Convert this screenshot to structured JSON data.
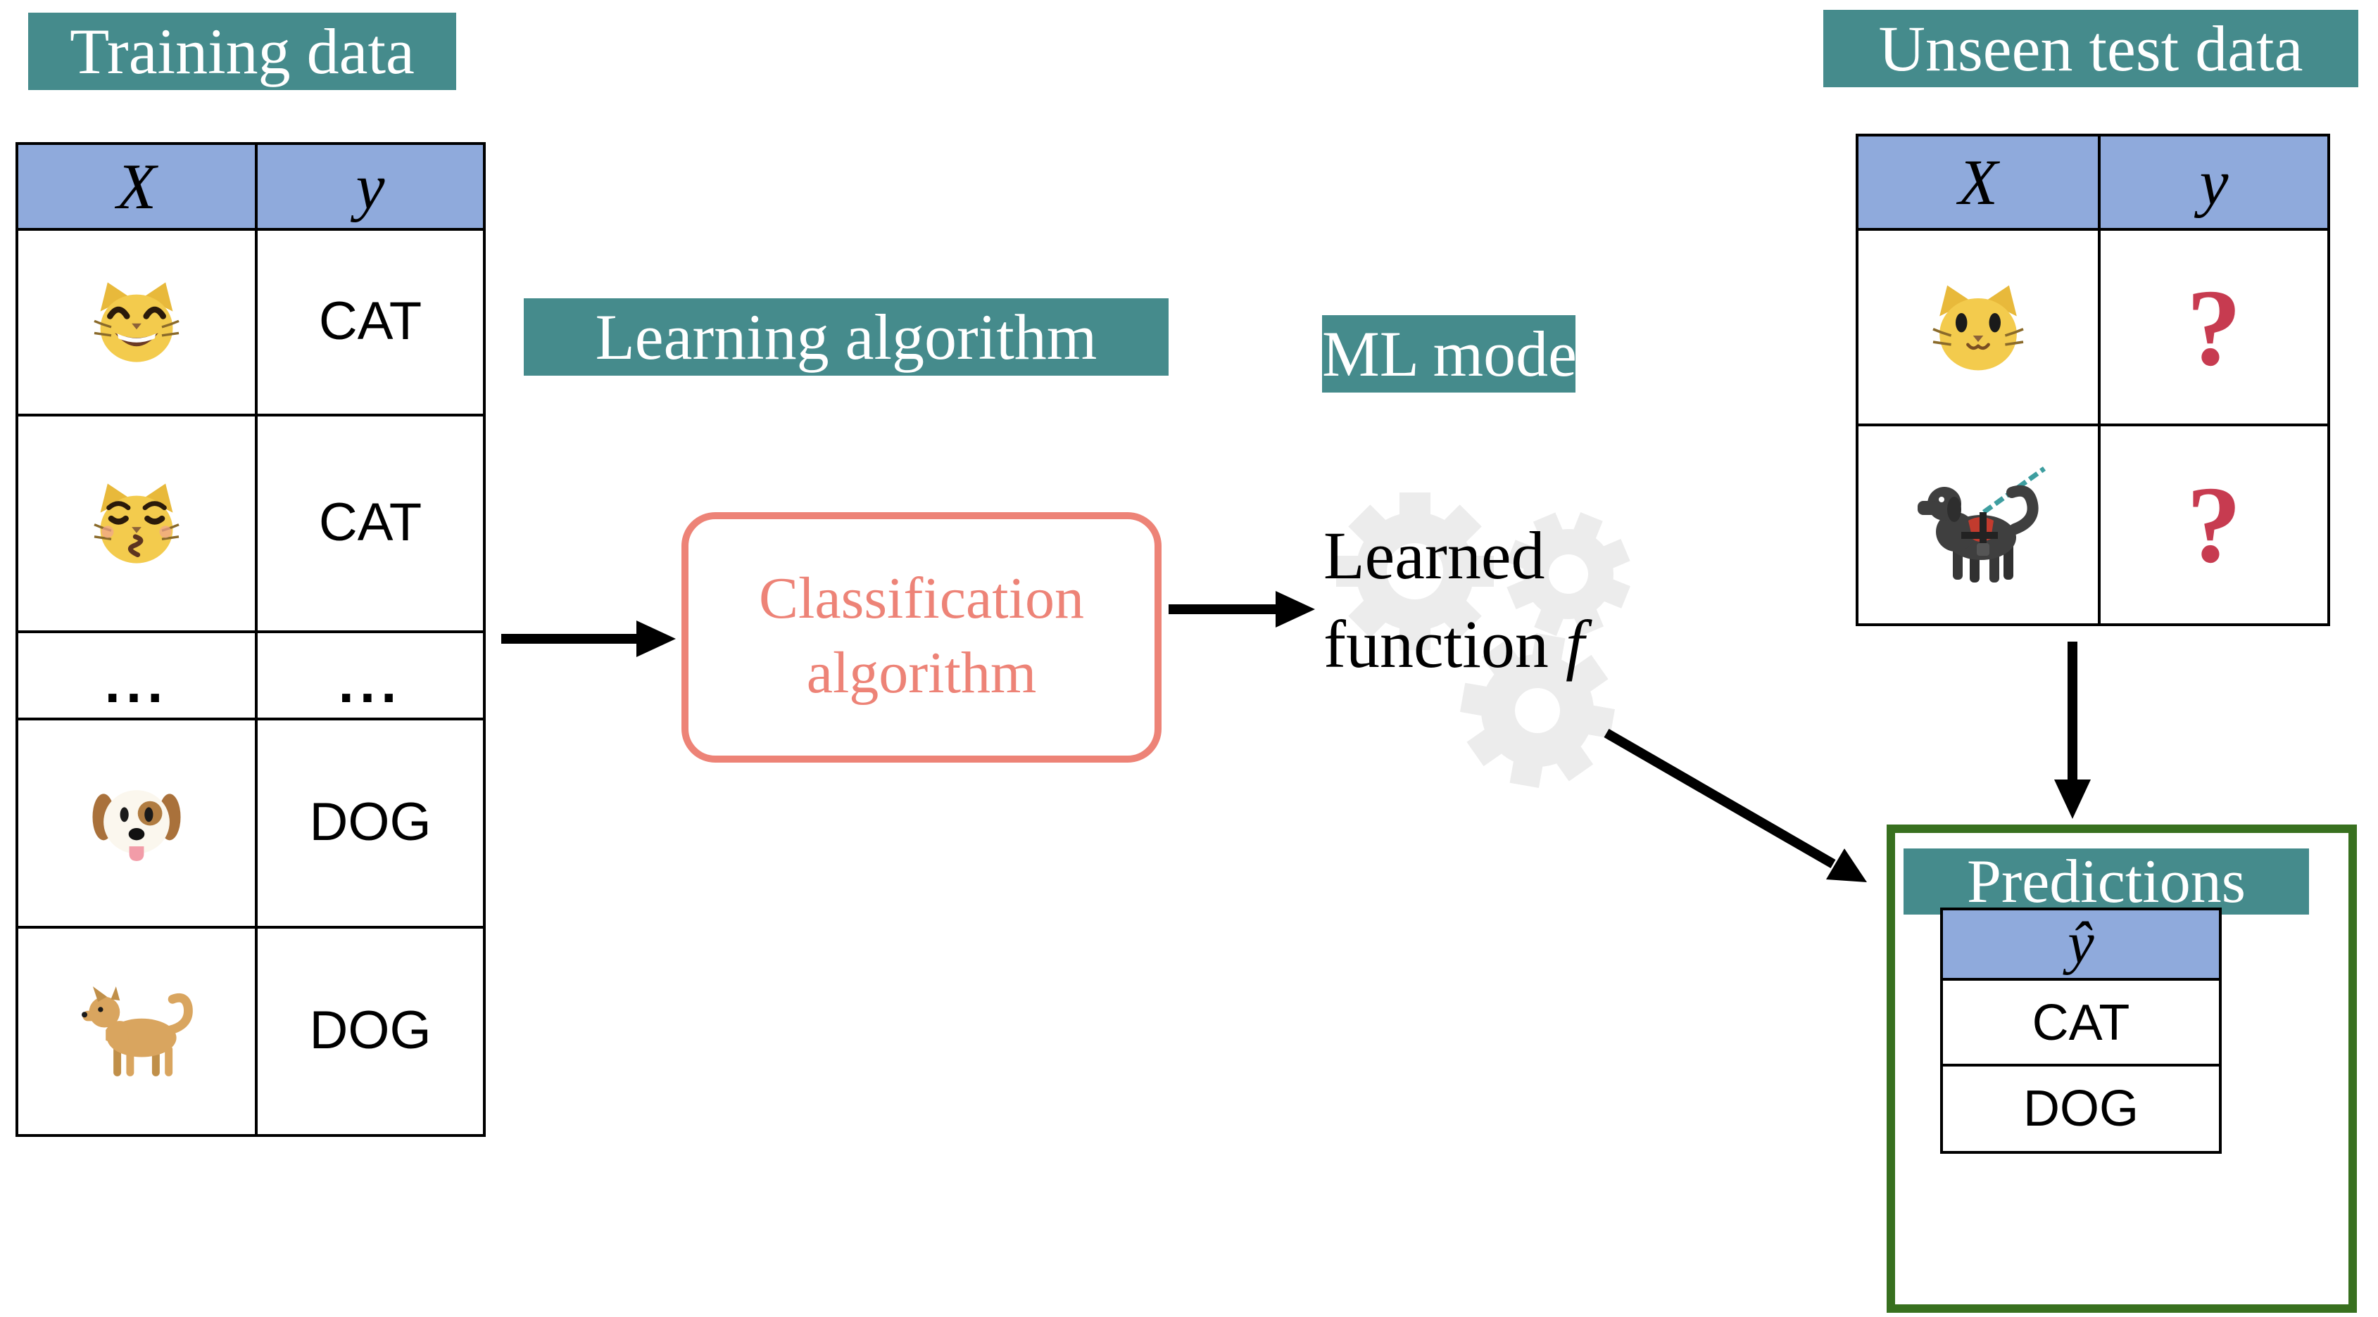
{
  "colors": {
    "teal_label_bg": "#458B8C",
    "label_text": "#FFFFFF",
    "table_header_blue": "#8FAADC",
    "salmon_accent": "#ED8377",
    "predictions_green": "#38701F",
    "question_red": "#C73B50",
    "gear_gray": "#ECECEC",
    "line_black": "#000000"
  },
  "labels": {
    "training": "Training data",
    "learning_algorithm": "Learning algorithm",
    "ml_model": "ML model",
    "unseen_test": "Unseen test data",
    "predictions": "Predictions"
  },
  "training_table": {
    "headers": [
      "X",
      "y"
    ],
    "rows": [
      {
        "x_icon": "grinning-cat-emoji",
        "y": "CAT"
      },
      {
        "x_icon": "kissing-cat-emoji",
        "y": "CAT"
      },
      {
        "x": "...",
        "y": "..."
      },
      {
        "x_icon": "dog-face-emoji",
        "y": "DOG"
      },
      {
        "x_icon": "dog-emoji",
        "y": "DOG"
      }
    ]
  },
  "classification_box": {
    "line1": "Classification",
    "line2": "algorithm"
  },
  "learned_function": {
    "line1": "Learned",
    "line2": "function",
    "symbol": "f"
  },
  "ml_model_icon": "gears-icon",
  "flow_icons": [
    "arrow-right-icon",
    "arrow-right-icon",
    "arrow-diagonal-icon",
    "arrow-down-icon"
  ],
  "test_table": {
    "headers": [
      "X",
      "y"
    ],
    "rows": [
      {
        "x_icon": "cat-face-emoji",
        "y": "?"
      },
      {
        "x_icon": "guide-dog-emoji",
        "y": "?"
      }
    ]
  },
  "predictions_table": {
    "header": "ŷ",
    "rows": [
      "CAT",
      "DOG"
    ]
  }
}
